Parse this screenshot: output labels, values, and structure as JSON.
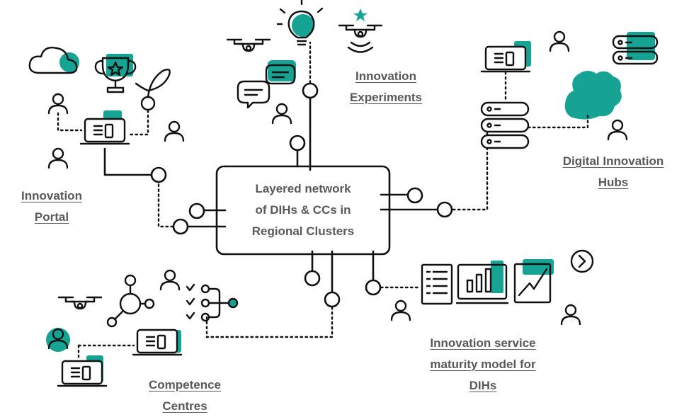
{
  "center_box": {
    "lines": [
      "Layered network",
      "of  DIHs & CCs in",
      "Regional Clusters"
    ]
  },
  "labels": {
    "innovation_portal": [
      "Innovation",
      "Portal"
    ],
    "innovation_experiments": [
      "Innovation",
      "Experiments"
    ],
    "digital_innovation_hubs": [
      "Digital Innovation",
      "Hubs"
    ],
    "competence_centres": [
      "Competence",
      "Centres"
    ],
    "maturity_model": [
      "Innovation service",
      "maturity model for",
      "DIHs"
    ]
  },
  "colors": {
    "accent": "#16a394",
    "label": "#595959",
    "line": "#111111"
  },
  "icons": [
    "cloud-icon",
    "trophy-icon",
    "plant-icon",
    "drone-icon",
    "lightbulb-icon",
    "chat-icon",
    "laptop-icon",
    "server-icon",
    "person-icon",
    "list-doc-icon",
    "bar-chart-icon",
    "line-chart-icon",
    "next-arrow-icon",
    "checklist-icon",
    "network-node-icon"
  ]
}
